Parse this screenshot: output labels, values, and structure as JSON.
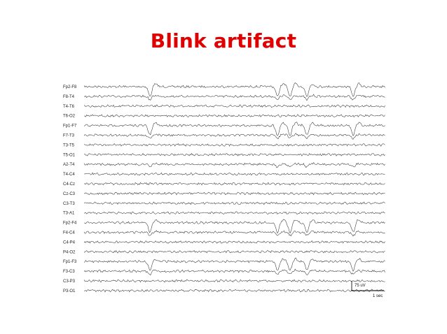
{
  "slide": {
    "title": "Blink artifact",
    "title_color": "#e10000"
  },
  "eeg": {
    "channels": [
      "Fp2-F8",
      "F8-T4",
      "T4-T6",
      "T6-O2",
      "Fp1-F7",
      "F7-T3",
      "T3-T5",
      "T5-O1",
      "A2-T4",
      "T4-C4",
      "C4-Cz",
      "Cz-C3",
      "C3-T3",
      "T3-A1",
      "Fp2-F4",
      "F4-C4",
      "C4-P4",
      "P4-O2",
      "Fp1-F3",
      "F3-C3",
      "C3-P3",
      "P3-O1"
    ],
    "scale": {
      "amplitude": "75 uV",
      "time": "1 sec"
    },
    "trace_color": "#333333"
  }
}
